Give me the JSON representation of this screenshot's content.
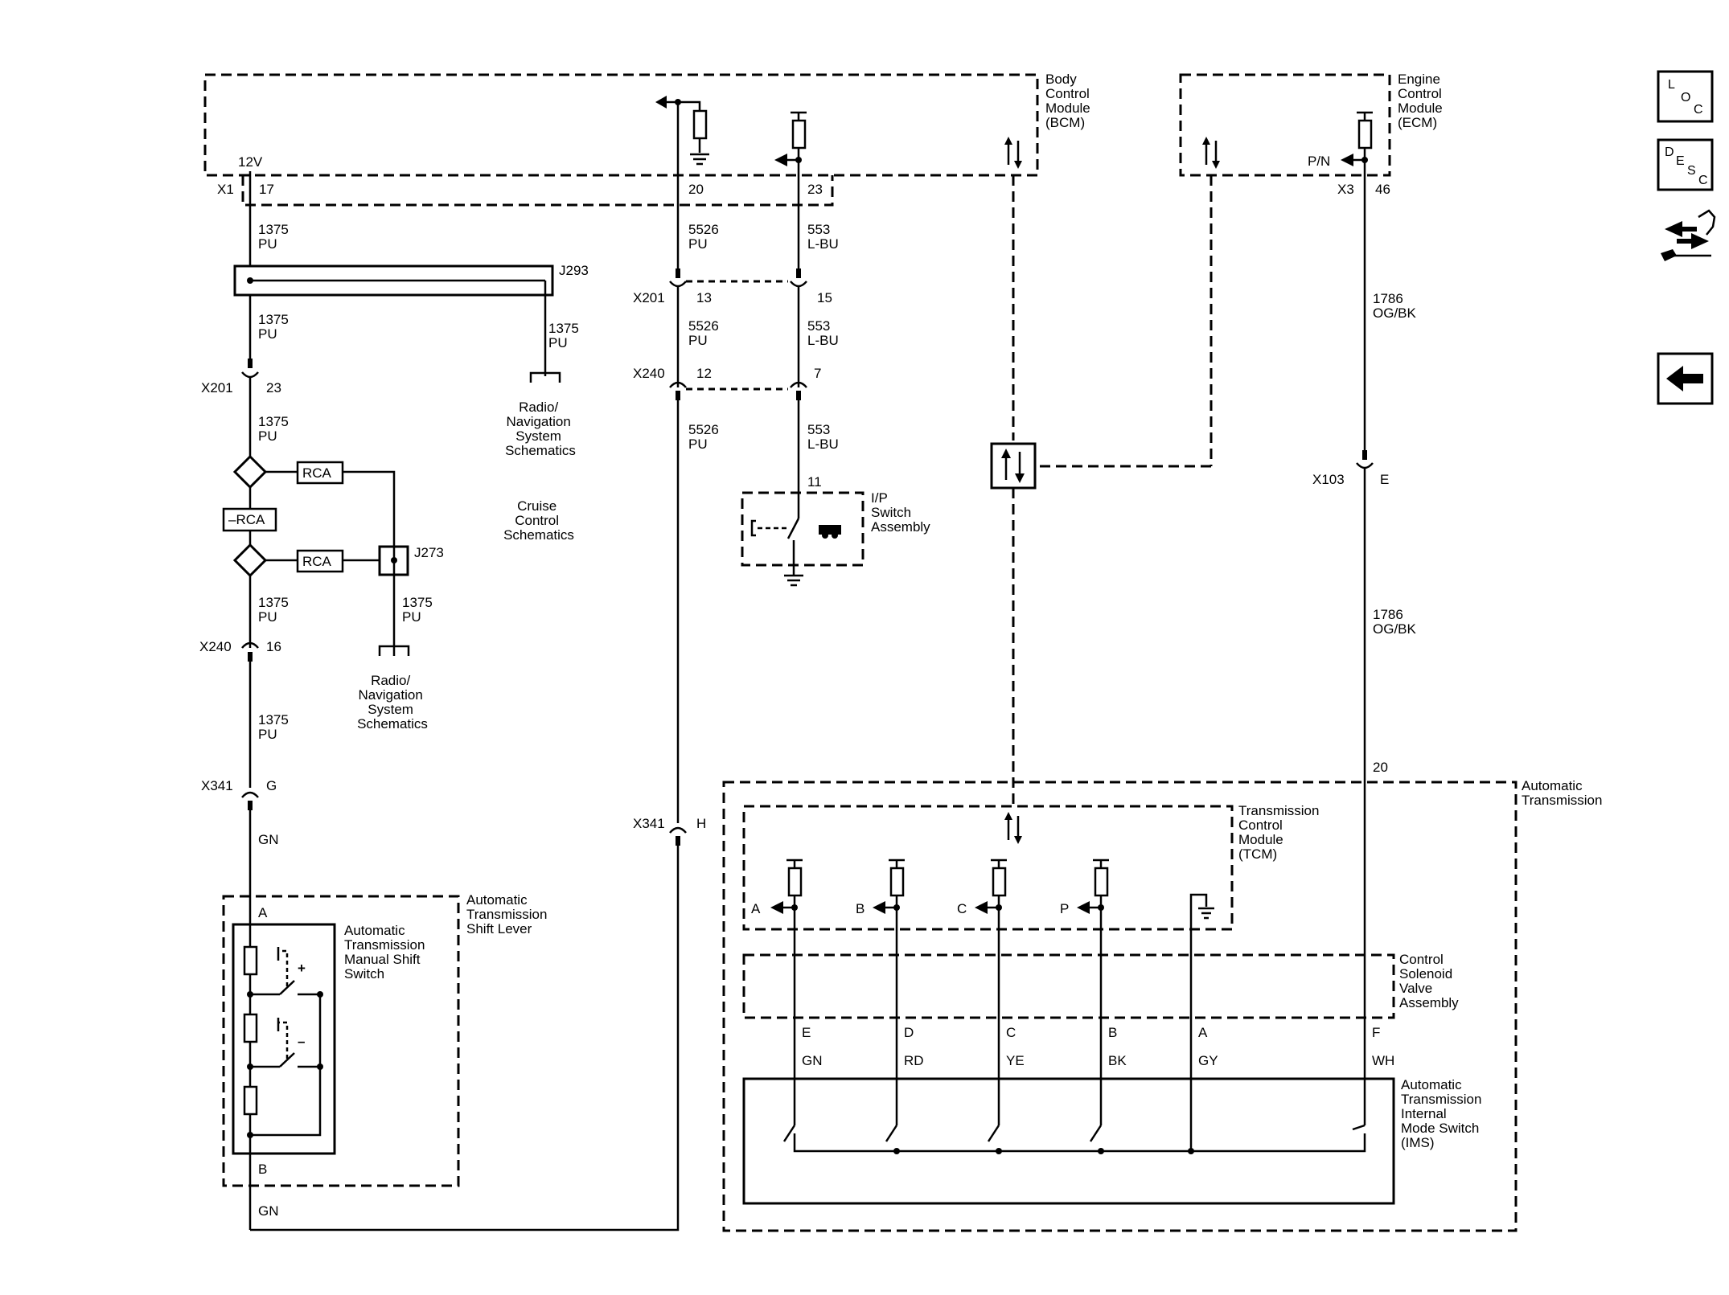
{
  "modules": {
    "bcm": {
      "lines": [
        "Body",
        "Control",
        "Module",
        "(BCM)"
      ]
    },
    "ecm": {
      "lines": [
        "Engine",
        "Control",
        "Module",
        "(ECM)"
      ]
    },
    "tcm": {
      "lines": [
        "Transmission",
        "Control",
        "Module",
        "(TCM)"
      ]
    },
    "auto_trans": {
      "lines": [
        "Automatic",
        "Transmission"
      ]
    },
    "csva": {
      "lines": [
        "Control",
        "Solenoid",
        "Valve",
        "Assembly"
      ]
    },
    "ims": {
      "lines": [
        "Automatic",
        "Transmission",
        "Internal",
        "Mode Switch",
        "(IMS)"
      ]
    },
    "shift_lever": {
      "lines": [
        "Automatic",
        "Transmission",
        "Shift Lever"
      ]
    },
    "manual_switch": {
      "lines": [
        "Automatic",
        "Transmission",
        "Manual Shift",
        "Switch"
      ]
    },
    "ip_switch": {
      "lines": [
        "I/P",
        "Switch",
        "Assembly"
      ]
    }
  },
  "refs": {
    "radio1": {
      "lines": [
        "Radio/",
        "Navigation",
        "System",
        "Schematics"
      ]
    },
    "radio2": {
      "lines": [
        "Radio/",
        "Navigation",
        "System",
        "Schematics"
      ]
    },
    "cruise": {
      "lines": [
        "Cruise",
        "Control",
        "Schematics"
      ]
    }
  },
  "labels": {
    "v12": "12V",
    "x1": "X1",
    "p17": "17",
    "p20": "20",
    "p23": "23",
    "x3": "X3",
    "p46": "46",
    "pn": "P/N",
    "w1375": "1375",
    "pu": "PU",
    "w5526": "5526",
    "w553": "553",
    "lbu": "L-BU",
    "w1786": "1786",
    "ogbk": "OG/BK",
    "j293": "J293",
    "j273": "J273",
    "x201": "X201",
    "p13": "13",
    "p15": "15",
    "p23b": "23",
    "x240": "X240",
    "p12": "12",
    "p7": "7",
    "p16": "16",
    "x103": "X103",
    "pE": "E",
    "p11": "11",
    "x341": "X341",
    "pG": "G",
    "pH": "H",
    "gn": "GN",
    "rca": "RCA",
    "nrca": "–RCA",
    "pA": "A",
    "pB": "B",
    "p20b": "20",
    "plus": "+",
    "minus": "–"
  },
  "tcm_outputs": [
    "A",
    "B",
    "C",
    "P"
  ],
  "ims_pins": [
    {
      "pin": "E",
      "color": "GN"
    },
    {
      "pin": "D",
      "color": "RD"
    },
    {
      "pin": "C",
      "color": "YE"
    },
    {
      "pin": "B",
      "color": "BK"
    },
    {
      "pin": "A",
      "color": "GY"
    },
    {
      "pin": "F",
      "color": "WH"
    }
  ],
  "nav": {
    "loc": {
      "l1": "L",
      "l2": "O",
      "l3": "C"
    },
    "desc": {
      "l1": "D",
      "l2": "E",
      "l3": "S",
      "l4": "C"
    }
  }
}
